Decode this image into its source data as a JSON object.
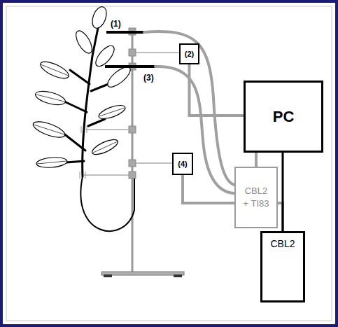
{
  "diagram": {
    "nodes": [
      {
        "text": [
          "(2)"
        ]
      },
      {
        "text": [
          "PC"
        ]
      },
      {
        "text": [
          "CBL2 + TI83"
        ]
      },
      {
        "text": [
          "(4)"
        ]
      },
      {
        "text": [
          "CBL2"
        ]
      }
    ],
    "edges": [
      {
        "from": 0,
        "to": 2,
        "arrow": "none"
      },
      {
        "from": 3,
        "to": 4,
        "arrow": "none"
      },
      {
        "from": 1,
        "to": 4,
        "arrow": "none"
      }
    ],
    "labels": [
      "(1)",
      "(3)"
    ]
  }
}
